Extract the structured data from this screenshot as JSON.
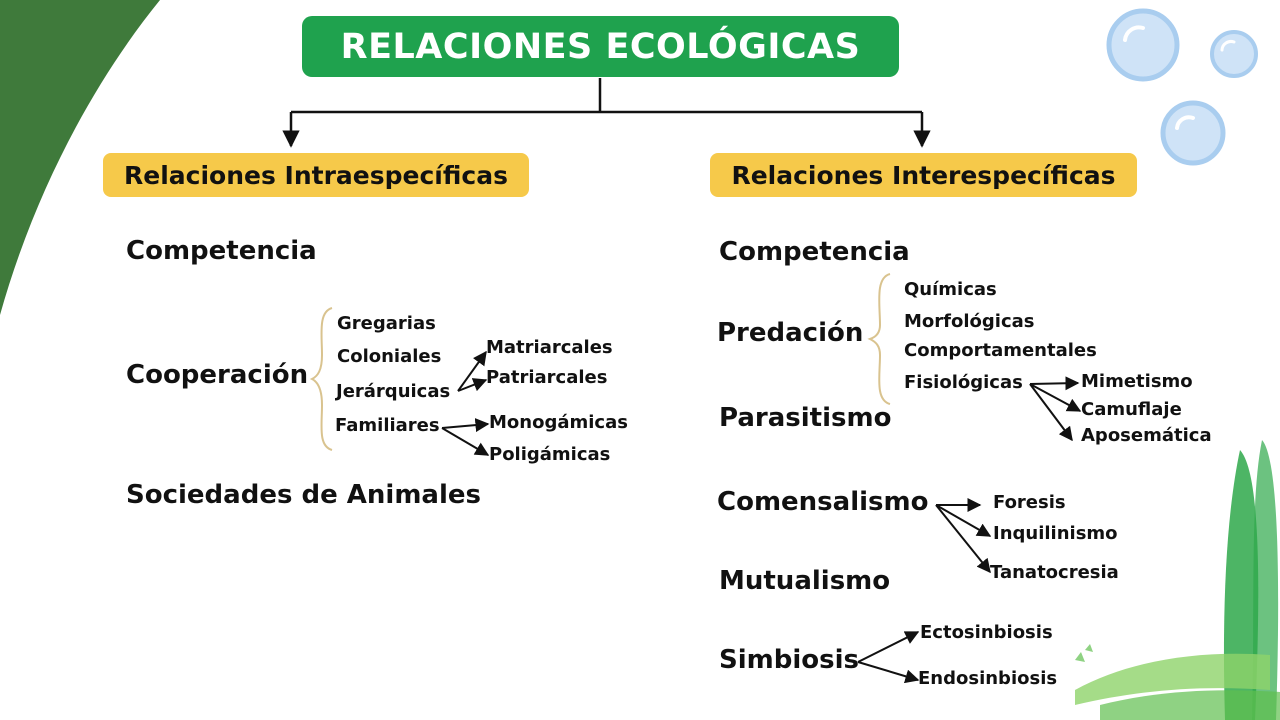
{
  "title": "RELACIONES ECOLÓGICAS",
  "intra": {
    "header": "Relaciones Intraespecíficas",
    "competencia": "Competencia",
    "cooperacion": {
      "label": "Cooperación",
      "items": [
        "Gregarias",
        "Coloniales",
        "Jerárquicas",
        "Familiares"
      ],
      "jerarquicas_children": [
        "Matriarcales",
        "Patriarcales"
      ],
      "familiares_children": [
        "Monogámicas",
        "Poligámicas"
      ]
    },
    "sociedades": "Sociedades de Animales"
  },
  "inter": {
    "header": "Relaciones Interespecíficas",
    "competencia": "Competencia",
    "predacion": {
      "label": "Predación",
      "items": [
        "Químicas",
        "Morfológicas",
        "Comportamentales",
        "Fisiológicas"
      ],
      "fisiologicas_children": [
        "Mimetismo",
        "Camuflaje",
        "Aposemática"
      ]
    },
    "parasitismo": "Parasitismo",
    "comensalismo": {
      "label": "Comensalismo",
      "children": [
        "Foresis",
        "Inquilinismo",
        "Tanatocresia"
      ]
    },
    "mutualismo": "Mutualismo",
    "simbiosis": {
      "label": "Simbiosis",
      "children": [
        "Ectosinbiosis",
        "Endosinbiosis"
      ]
    }
  },
  "colors": {
    "title_green": "#1fa24e",
    "header_yellow": "#f6c94a",
    "corner_green": "#3f7a3b",
    "brace_tan": "#d9c38f",
    "bubble_blue": "#a9cdef"
  }
}
